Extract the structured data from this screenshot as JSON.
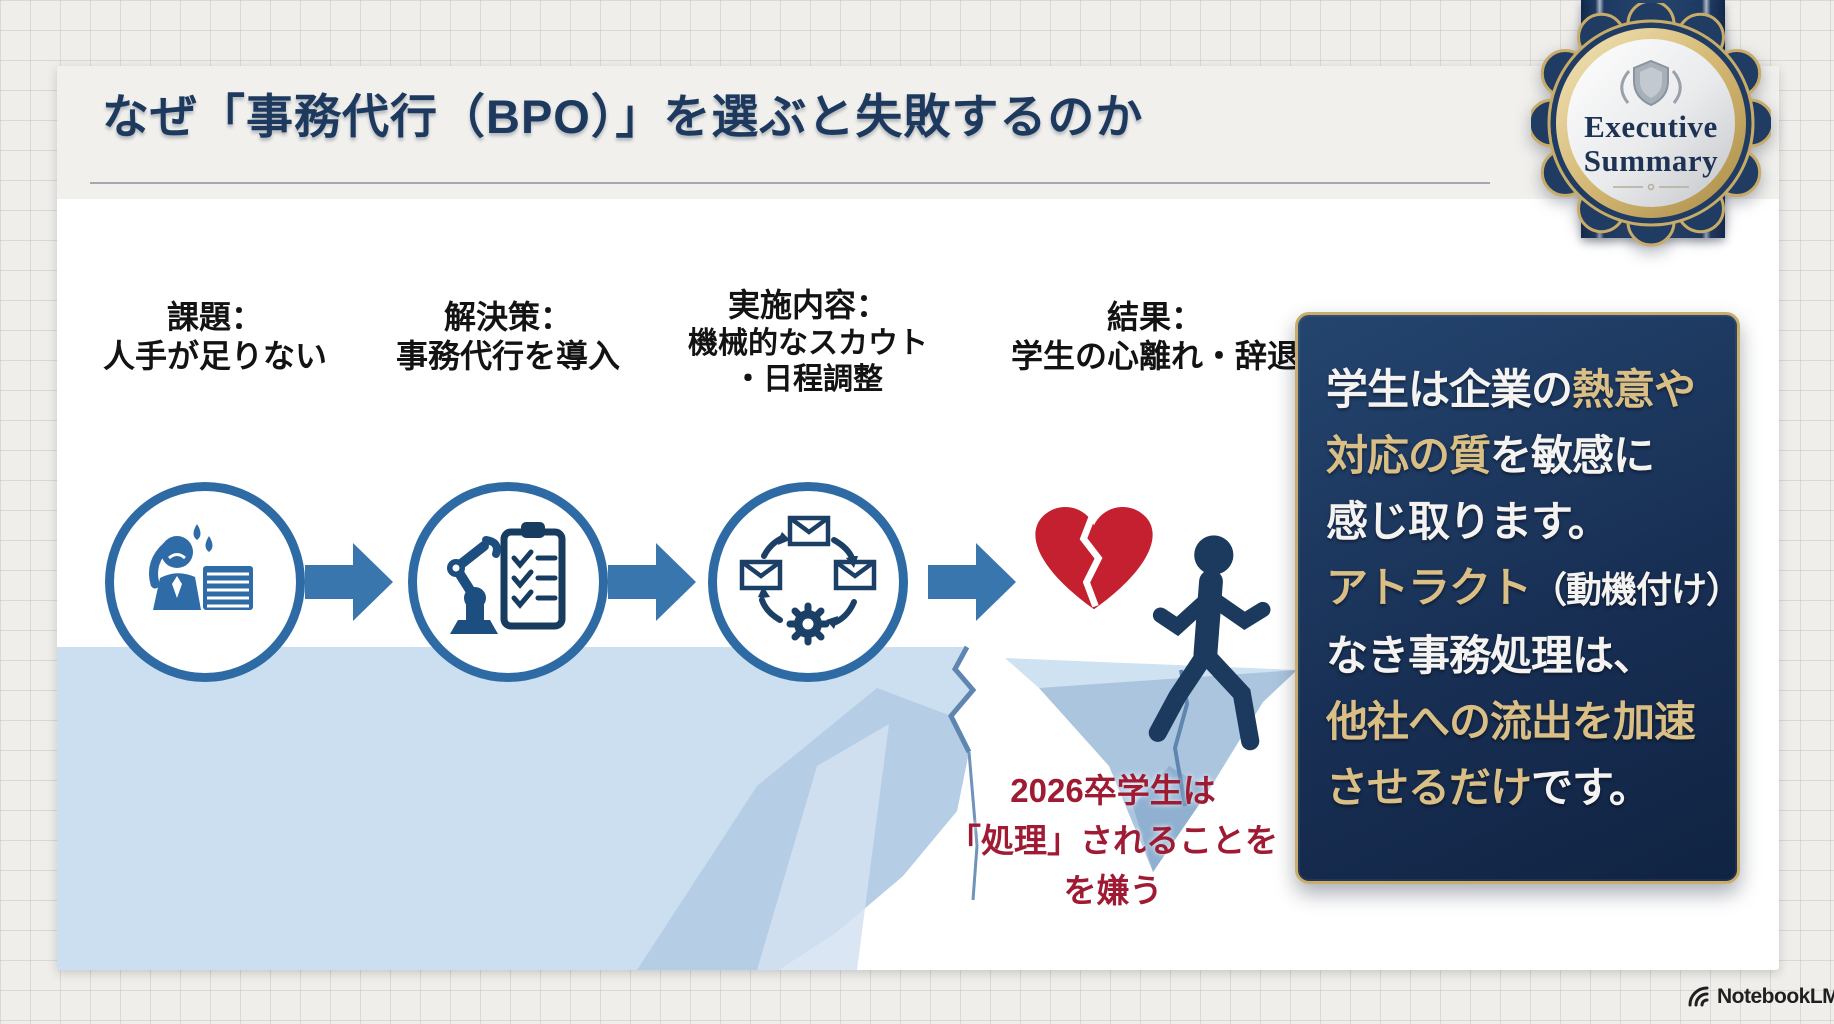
{
  "slide": {
    "title": "なぜ「事務代行（BPO）」を選ぶと失敗するのか"
  },
  "badge": {
    "top_word": "Executive",
    "bottom_word": "Summary"
  },
  "flow": {
    "steps": [
      {
        "lines": [
          "課題：",
          "人手が足りない"
        ],
        "icon": "stressed-worker-icon"
      },
      {
        "lines": [
          "解決策：",
          "事務代行を導入"
        ],
        "icon": "robot-checklist-icon"
      },
      {
        "lines": [
          "実施内容：",
          "機械的なスカウト",
          "・日程調整"
        ],
        "icon": "mail-cycle-icon"
      },
      {
        "lines": [
          "結果：",
          "学生の心離れ・辞退"
        ],
        "icon": "broken-heart-walkaway-icon"
      }
    ]
  },
  "caption": {
    "lines": [
      "2026卒学生は",
      "「処理」されることを",
      "を嫌う"
    ],
    "color": "#9e1b33"
  },
  "callout": {
    "lines": [
      {
        "parts": [
          {
            "text": "学生は企業の",
            "emphasis": false
          },
          {
            "text": "熱意や",
            "emphasis": true
          }
        ]
      },
      {
        "parts": [
          {
            "text": "対応の質",
            "emphasis": true
          },
          {
            "text": "を敏感に",
            "emphasis": false
          }
        ]
      },
      {
        "parts": [
          {
            "text": "感じ取ります。",
            "emphasis": false
          }
        ]
      },
      {
        "parts": [
          {
            "text": "アトラクト",
            "emphasis": true
          },
          {
            "text": "（動機付け）",
            "emphasis": false
          }
        ]
      },
      {
        "parts": [
          {
            "text": "なき事務処理は、",
            "emphasis": false
          }
        ]
      },
      {
        "parts": [
          {
            "text": "他社への流出を加速",
            "emphasis": true
          }
        ]
      },
      {
        "parts": [
          {
            "text": "させるだけ",
            "emphasis": true
          },
          {
            "text": "です。",
            "emphasis": false
          }
        ]
      }
    ],
    "emphasis_color": "#d9bf85",
    "background_color": "#16294d",
    "border_color": "#c9ad6b"
  },
  "watermark": {
    "label": "NotebookLM"
  },
  "colors": {
    "title_navy": "#1d3a5e",
    "flow_blue": "#2e6ba5",
    "arrow_blue": "#3a76ae",
    "heart_red": "#c5202f",
    "caption_red": "#9e1b33",
    "cliff_blue": "#ccdff0",
    "cliff_shade": "#b5cde5"
  }
}
